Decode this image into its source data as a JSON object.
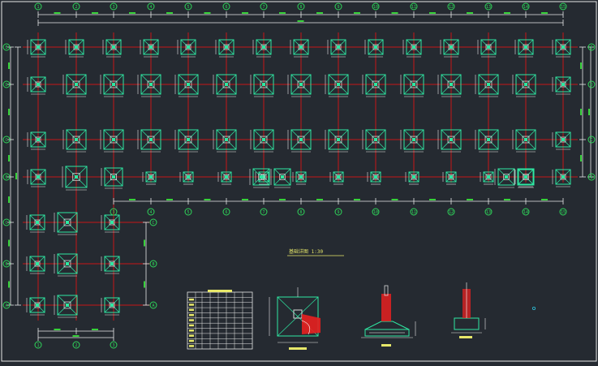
{
  "drawing": {
    "background": "#252a31",
    "colors": {
      "frame": "#e8e8e8",
      "grid_line": "#c61616",
      "footing": "#2ee8a2",
      "pedestal": "#d8d8d8",
      "dimension": "#e8e8e8",
      "dim_tick": "#37d23a",
      "bubble": "#2fd65a",
      "label": "#e7e86a",
      "rebar": "#e82020"
    },
    "column_axes": [
      "1",
      "2",
      "3",
      "4",
      "5",
      "6",
      "7",
      "8",
      "9",
      "10",
      "11",
      "12",
      "13",
      "14",
      "15"
    ],
    "row_axes": [
      "E",
      "D",
      "C",
      "B",
      "A"
    ],
    "wing_column_axes": [
      "1",
      "2",
      "3"
    ],
    "wing_row_axes": [
      "C",
      "B",
      "A"
    ],
    "detail_title": "基础详图 1:30",
    "detail_scale": "1:30",
    "table_title": "基础配筋表",
    "table_rows": 11,
    "table_cols": 8
  }
}
